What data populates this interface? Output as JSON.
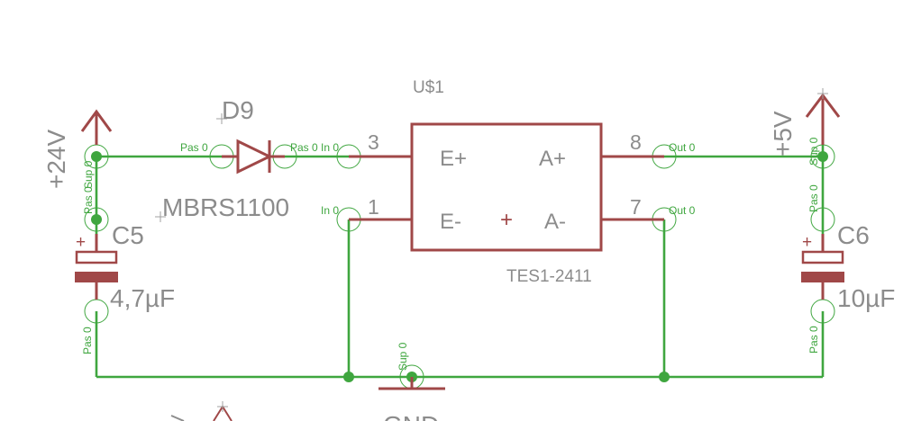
{
  "chip": {
    "ref": "U$1",
    "part": "TES1-2411",
    "pins": {
      "e_plus": "E+",
      "e_minus": "E-",
      "a_plus": "A+",
      "a_minus": "A-"
    },
    "pin_numbers": {
      "p3": "3",
      "p1": "1",
      "p8": "8",
      "p7": "7"
    },
    "center_mark": "+"
  },
  "diode": {
    "ref": "D9",
    "part": "MBRS1100"
  },
  "cap_left": {
    "ref": "C5",
    "value": "4,7µF",
    "polarity": "+"
  },
  "cap_right": {
    "ref": "C6",
    "value": "10µF",
    "polarity": "+"
  },
  "supplies": {
    "in": "+24V",
    "out": "+5V",
    "gnd": "GND"
  },
  "pin_labels": {
    "pas0": "Pas 0",
    "in0": "In 0",
    "out0": "Out 0",
    "sup0": "Sup 0"
  },
  "colors": {
    "wire": "#3fa63f",
    "symbol": "#a04848",
    "text": "#8c8c8c"
  }
}
